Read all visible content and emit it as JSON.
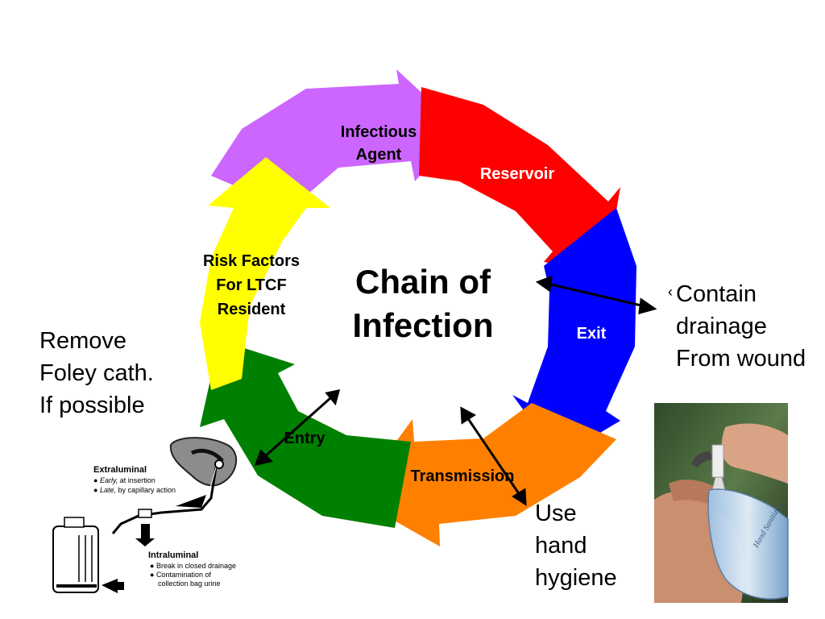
{
  "diagram": {
    "title_line1": "Chain of",
    "title_line2": "Infection",
    "segments": [
      {
        "id": "infectious-agent",
        "lines": [
          "Infectious",
          "Agent"
        ],
        "color": "#cc66ff",
        "text_color": "#000000"
      },
      {
        "id": "reservoir",
        "lines": [
          "Reservoir"
        ],
        "color": "#ff0000",
        "text_color": "#ffffff"
      },
      {
        "id": "exit",
        "lines": [
          "Exit"
        ],
        "color": "#0000ff",
        "text_color": "#ffffff"
      },
      {
        "id": "transmission",
        "lines": [
          "Transmission"
        ],
        "color": "#ff8000",
        "text_color": "#000000"
      },
      {
        "id": "entry",
        "lines": [
          "Entry"
        ],
        "color": "#008000",
        "text_color": "#000000"
      },
      {
        "id": "risk-factors",
        "lines": [
          "Risk Factors",
          "For LTCF",
          "Resident"
        ],
        "color": "#ffff00",
        "text_color": "#000000"
      }
    ]
  },
  "notes": {
    "contain_bullet": "‹",
    "contain": "Contain\ndrainage\nFrom wound",
    "remove": "Remove\nFoley cath.\nIf possible",
    "hygiene": "Use\nhand\nhygiene"
  },
  "catheter": {
    "extraluminal_title": "Extraluminal",
    "extraluminal_items": [
      {
        "em": "Early,",
        "rest": " at insertion"
      },
      {
        "em": "Late,",
        "rest": " by capillary action"
      }
    ],
    "intraluminal_title": "Intraluminal",
    "intraluminal_items": [
      "Break in closed drainage",
      "Contamination of",
      "collection bag urine"
    ]
  },
  "photo": {
    "bottle_text": "Hand Sanitizer"
  }
}
